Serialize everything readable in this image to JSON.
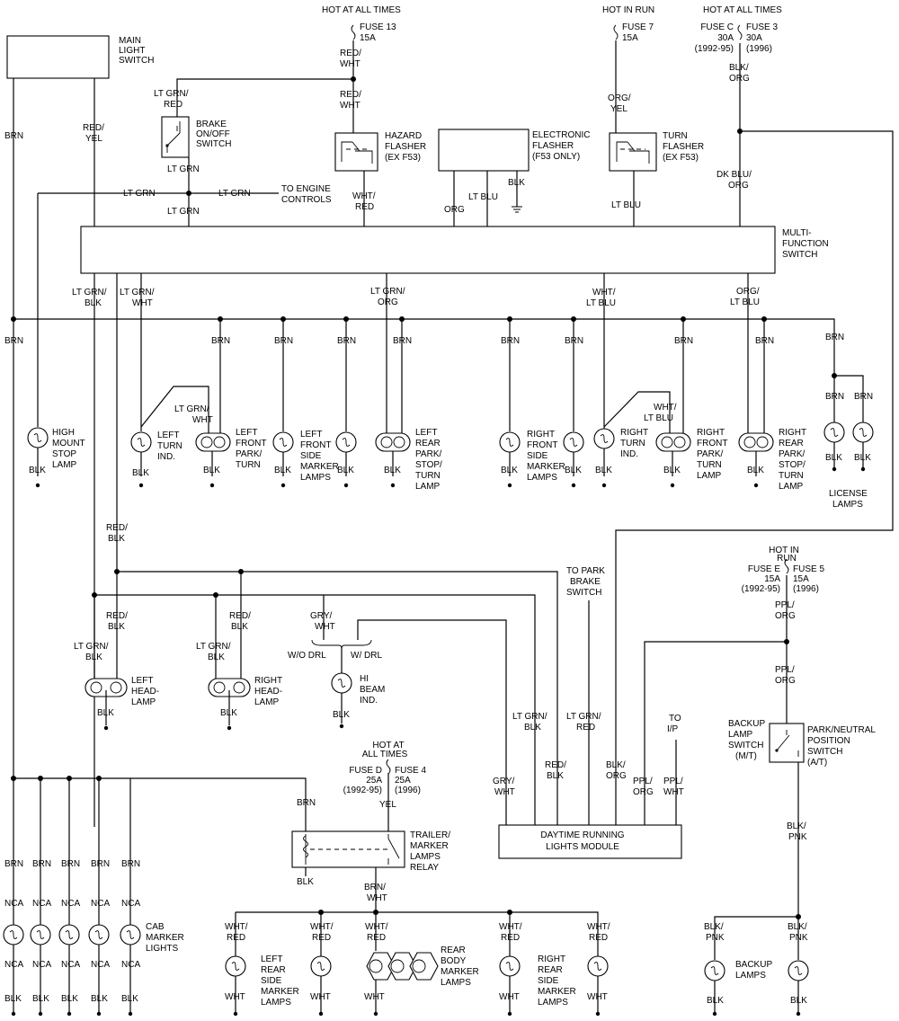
{
  "header": {
    "hot_at_all_times_1": "HOT AT ALL TIMES",
    "hot_in_run": "HOT IN RUN",
    "hot_at_all_times_2": "HOT AT ALL TIMES"
  },
  "fuses": {
    "f13": [
      "FUSE 13",
      "15A"
    ],
    "f7": [
      "FUSE 7",
      "15A"
    ],
    "fc": [
      "FUSE C",
      "30A",
      "(1992-95)"
    ],
    "f3": [
      "FUSE 3",
      "30A",
      "(1996)"
    ],
    "fe": [
      "FUSE E",
      "15A",
      "(1992-95)"
    ],
    "f5": [
      "FUSE 5",
      "15A",
      "(1996)"
    ],
    "fd": [
      "FUSE D",
      "25A",
      "(1992-95)"
    ],
    "f4": [
      "FUSE 4",
      "25A",
      "(1996)"
    ],
    "hot_in_run_2": [
      "HOT IN",
      "RUN"
    ],
    "hot_at_all_times_3": [
      "HOT AT",
      "ALL TIMES"
    ]
  },
  "components": {
    "main_light_switch": [
      "MAIN",
      "LIGHT",
      "SWITCH"
    ],
    "brake_switch": [
      "BRAKE",
      "ON/OFF",
      "SWITCH"
    ],
    "hazard_flasher": [
      "HAZARD",
      "FLASHER",
      "(EX F53)"
    ],
    "electronic_flasher": [
      "ELECTRONIC",
      "FLASHER",
      "(F53 ONLY)"
    ],
    "turn_flasher": [
      "TURN",
      "FLASHER",
      "(EX F53)"
    ],
    "multi_function_switch": [
      "MULTI-",
      "FUNCTION",
      "SWITCH"
    ],
    "to_engine_controls": [
      "TO ENGINE",
      "CONTROLS"
    ],
    "high_mount_stop_lamp": [
      "HIGH",
      "MOUNT",
      "STOP",
      "LAMP"
    ],
    "left_turn_ind": [
      "LEFT",
      "TURN",
      "IND."
    ],
    "left_front_park_turn": [
      "LEFT",
      "FRONT",
      "PARK/",
      "TURN"
    ],
    "left_front_side_marker": [
      "LEFT",
      "FRONT",
      "SIDE",
      "MARKER",
      "LAMPS"
    ],
    "left_rear_park": [
      "LEFT",
      "REAR",
      "PARK/",
      "STOP/",
      "TURN",
      "LAMP"
    ],
    "right_front_side_marker": [
      "RIGHT",
      "FRONT",
      "SIDE",
      "MARKER",
      "LAMPS"
    ],
    "right_turn_ind": [
      "RIGHT",
      "TURN",
      "IND."
    ],
    "right_front_park_turn": [
      "RIGHT",
      "FRONT",
      "PARK/",
      "TURN",
      "LAMP"
    ],
    "right_rear_park": [
      "RIGHT",
      "REAR",
      "PARK/",
      "STOP/",
      "TURN",
      "LAMP"
    ],
    "license_lamps": [
      "LICENSE",
      "LAMPS"
    ],
    "to_park_brake": [
      "TO PARK",
      "BRAKE",
      "SWITCH"
    ],
    "left_headlamp": [
      "LEFT",
      "HEAD-",
      "LAMP"
    ],
    "right_headlamp": [
      "RIGHT",
      "HEAD-",
      "LAMP"
    ],
    "hi_beam_ind": [
      "HI",
      "BEAM",
      "IND."
    ],
    "backup_lamp_switch": [
      "BACKUP",
      "LAMP",
      "SWITCH",
      "(M/T)"
    ],
    "park_neutral_switch": [
      "PARK/NEUTRAL",
      "POSITION",
      "SWITCH",
      "(A/T)"
    ],
    "to_ip": [
      "TO",
      "I/P"
    ],
    "drl_module": [
      "DAYTIME RUNNING",
      "LIGHTS MODULE"
    ],
    "cab_marker_lights": [
      "CAB",
      "MARKER",
      "LIGHTS"
    ],
    "trailer_relay": [
      "TRAILER/",
      "MARKER",
      "LAMPS",
      "RELAY"
    ],
    "left_rear_side_marker": [
      "LEFT",
      "REAR",
      "SIDE",
      "MARKER",
      "LAMPS"
    ],
    "rear_body_marker": [
      "REAR",
      "BODY",
      "MARKER",
      "LAMPS"
    ],
    "right_rear_side_marker": [
      "RIGHT",
      "REAR",
      "SIDE",
      "MARKER",
      "LAMPS"
    ],
    "backup_lamps": [
      "BACKUP",
      "LAMPS"
    ],
    "wo_drl": "W/O DRL",
    "w_drl": "W/ DRL"
  },
  "wires": {
    "brn": "BRN",
    "blk": "BLK",
    "nca": "NCA",
    "wht": "WHT",
    "yel": "YEL",
    "org": "ORG",
    "lt_grn": "LT GRN",
    "lt_blu": "LT BLU",
    "red_yel": [
      "RED/",
      "YEL"
    ],
    "red_wht": [
      "RED/",
      "WHT"
    ],
    "lt_grn_red": [
      "LT GRN/",
      "RED"
    ],
    "lt_grn_blk": [
      "LT GRN/",
      "BLK"
    ],
    "lt_grn_wht": [
      "LT GRN/",
      "WHT"
    ],
    "lt_grn_org": [
      "LT GRN/",
      "ORG"
    ],
    "wht_red": [
      "WHT/",
      "RED"
    ],
    "wht_lt_blu": [
      "WHT/",
      "LT BLU"
    ],
    "org_yel": [
      "ORG/",
      "YEL"
    ],
    "org_lt_blu": [
      "ORG/",
      "LT BLU"
    ],
    "blk_org": [
      "BLK/",
      "ORG"
    ],
    "dk_blu_org": [
      "DK BLU/",
      "ORG"
    ],
    "red_blk": [
      "RED/",
      "BLK"
    ],
    "gry_wht": [
      "GRY/",
      "WHT"
    ],
    "ppl_org": [
      "PPL/",
      "ORG"
    ],
    "ppl_wht": [
      "PPL/",
      "WHT"
    ],
    "blk_pnk": [
      "BLK/",
      "PNK"
    ],
    "brn_wht": [
      "BRN/",
      "WHT"
    ]
  }
}
